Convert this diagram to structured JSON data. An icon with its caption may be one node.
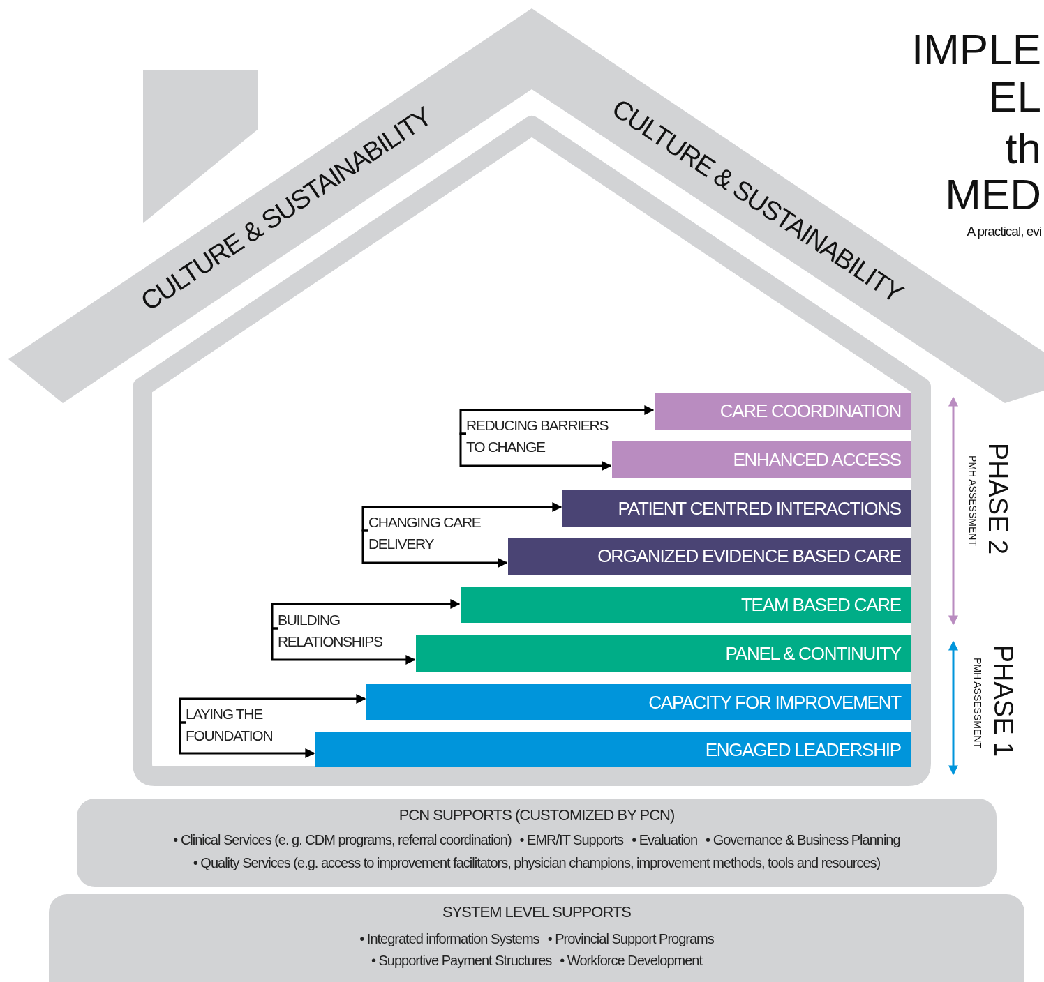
{
  "diagram": {
    "nodes": [
      {
        "text": [
          "CULTURE & SUSTAINABILITY",
          "CULTURE & SUSTAINABILITY"
        ]
      },
      {
        "text": [
          "REDUCING BARRIERS TO CHANGE"
        ]
      },
      {
        "text": [
          "CARE COORDINATION"
        ]
      },
      {
        "text": [
          "ENHANCED ACCESS"
        ]
      },
      {
        "text": [
          "CHANGING CARE DELIVERY"
        ]
      },
      {
        "text": [
          "PATIENT CENTRED INTERACTIONS"
        ]
      },
      {
        "text": [
          "ORGANIZED EVIDENCE BASED CARE"
        ]
      },
      {
        "text": [
          "BUILDING RELATIONSHIPS"
        ]
      },
      {
        "text": [
          "TEAM BASED CARE"
        ]
      },
      {
        "text": [
          "PANEL & CONTINUITY"
        ]
      },
      {
        "text": [
          "LAYING THE FOUNDATION"
        ]
      },
      {
        "text": [
          "CAPACITY FOR IMPROVEMENT"
        ]
      },
      {
        "text": [
          "ENGAGED LEADERSHIP"
        ]
      },
      {
        "text": [
          "PCN SUPPORTS (CUSTOMIZED BY PCN)",
          "• Clinical Services (e. g. CDM programs, referral coordination)",
          "• EMR/IT Supports",
          "• Evaluation",
          "• Governance & Business Planning",
          "• Quality Services (e.g. access to improvement facilitators, physician champions, improvement methods, tools and resources)"
        ]
      },
      {
        "text": [
          "SYSTEM LEVEL SUPPORTS",
          "• Integrated information Systems",
          "• Provincial Support Programs",
          "• Supportive Payment Structures",
          "• Workforce Development"
        ]
      }
    ],
    "edges": [
      {
        "from": 1,
        "to": 2,
        "arrow": "to"
      },
      {
        "from": 1,
        "to": 3,
        "arrow": "to"
      },
      {
        "from": 4,
        "to": 5,
        "arrow": "to"
      },
      {
        "from": 4,
        "to": 6,
        "arrow": "to"
      },
      {
        "from": 7,
        "to": 8,
        "arrow": "to"
      },
      {
        "from": 7,
        "to": 9,
        "arrow": "to"
      },
      {
        "from": 10,
        "to": 11,
        "arrow": "to"
      },
      {
        "from": 10,
        "to": 12,
        "arrow": "to"
      }
    ],
    "labels": [
      "IMPLE",
      "EL",
      "th",
      "MED",
      "A practical, evi",
      "PHASE 2",
      "PMH ASSESSMENT",
      "PHASE 1",
      "PMH ASSESSMENT"
    ]
  }
}
